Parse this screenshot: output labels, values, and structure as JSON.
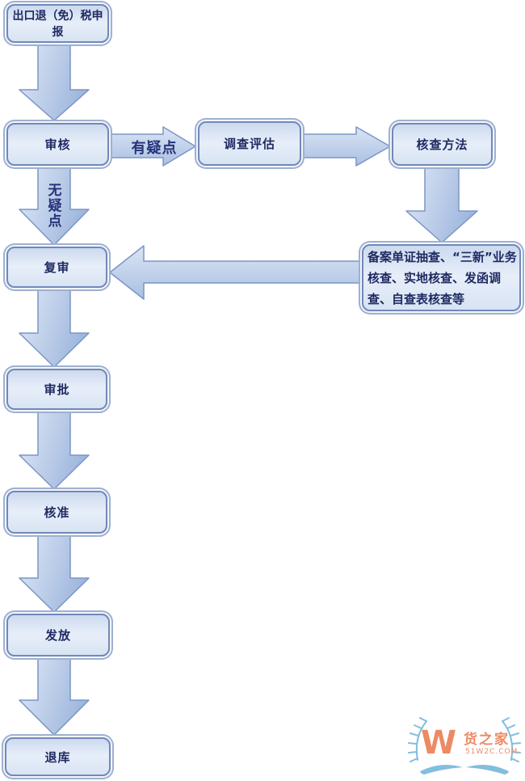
{
  "nodes": {
    "declare": "出口退（免）税申报",
    "review": "审核",
    "investigate": "调查评估",
    "method": "核查方法",
    "recheck": "复审",
    "approve": "审批",
    "authorize": "核准",
    "issue": "发放",
    "refund": "退库"
  },
  "methods_detail": {
    "full_text": "备案单证抽查、“三新”业务核查、实地核查、发函调查、自查表核查等",
    "lines": [
      "备案单证抽查、“三新”业务",
      "核查、实地核查、发函调",
      "查、自查表核查等"
    ]
  },
  "edge_labels": {
    "has_doubts": "有疑点",
    "no_doubts": "无疑点"
  },
  "watermark": {
    "letter": "W",
    "name": "货之家",
    "site": "51W2C.COM"
  },
  "colors": {
    "box_border": "#7288b9",
    "box_fill_light": "#e7eef9",
    "box_fill_dark": "#ccdaee",
    "arrow_fill_light": "#dde7f6",
    "arrow_fill_dark": "#a0b8dd",
    "arrow_stroke": "#7b95c5",
    "node_text": "#1f2a63",
    "edge_label_text": "#26337a",
    "logo_orange": "#ec8a64",
    "logo_blue": "#82bedd",
    "background": "#ffffff"
  }
}
